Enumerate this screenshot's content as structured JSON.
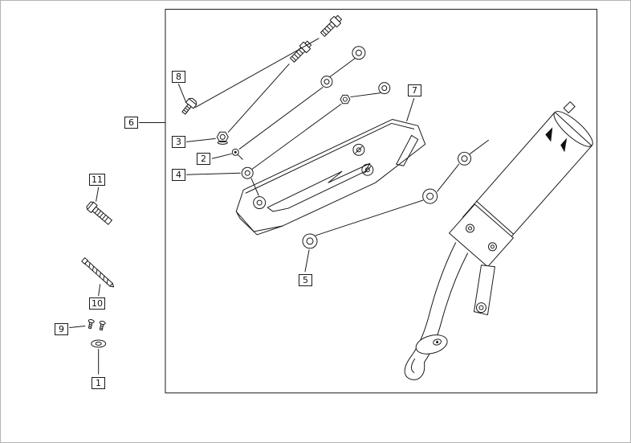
{
  "diagram": {
    "type": "exploded-parts-diagram",
    "subject": "exhaust-muffler-and-heat-shield-assembly",
    "background_color": "#ffffff",
    "line_color": "#1a1a1a",
    "frame_color": "#1a1a1a"
  },
  "callouts": [
    {
      "label": "1",
      "part": "washer"
    },
    {
      "label": "2",
      "part": "screw"
    },
    {
      "label": "3",
      "part": "flange-nut"
    },
    {
      "label": "4",
      "part": "washer"
    },
    {
      "label": "5",
      "part": "washer"
    },
    {
      "label": "6",
      "part": "fastener-set"
    },
    {
      "label": "7",
      "part": "heat-shield"
    },
    {
      "label": "8",
      "part": "stud-bolt"
    },
    {
      "label": "9",
      "part": "screw-pair"
    },
    {
      "label": "10",
      "part": "screw"
    },
    {
      "label": "11",
      "part": "hex-bolt"
    }
  ]
}
